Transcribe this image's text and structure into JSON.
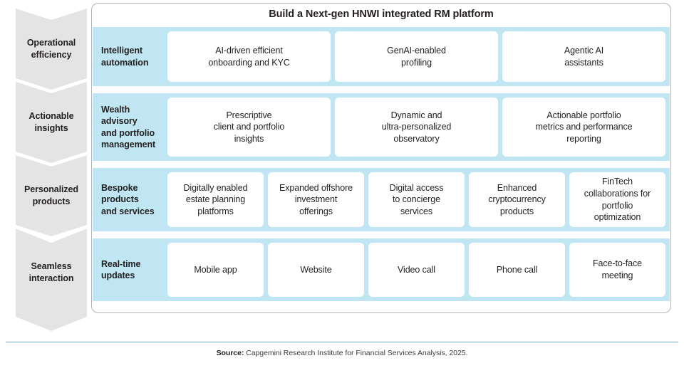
{
  "panel": {
    "title": "Build a Next-gen HNWI integrated RM platform",
    "border_color": "#b4b4b4",
    "band_color": "#bfe6f2",
    "card_color": "#ffffff"
  },
  "chevron_rail": {
    "fill_color": "#e4e4e4",
    "items": [
      {
        "label": "Operational\nefficiency"
      },
      {
        "label": "Actionable\ninsights"
      },
      {
        "label": "Personalized\nproducts"
      },
      {
        "label": "Seamless\ninteraction"
      }
    ]
  },
  "rows": [
    {
      "label": "Intelligent\nautomation",
      "cards": [
        "AI-driven efficient\nonboarding and KYC",
        "GenAI-enabled\nprofiling",
        "Agentic AI\nassistants"
      ]
    },
    {
      "label": "Wealth\nadvisory\nand portfolio\nmanagement",
      "cards": [
        "Prescriptive\nclient and portfolio\ninsights",
        "Dynamic and\nultra-personalized\nobservatory",
        "Actionable portfolio\nmetrics and performance\nreporting"
      ]
    },
    {
      "label": "Bespoke\nproducts\nand services",
      "cards": [
        "Digitally enabled\nestate planning\nplatforms",
        "Expanded offshore\ninvestment\nofferings",
        "Digital access\nto concierge\nservices",
        "Enhanced\ncryptocurrency\nproducts",
        "FinTech\ncollaborations for\nportfolio\noptimization"
      ]
    },
    {
      "label": "Real-time\nupdates",
      "cards": [
        "Mobile app",
        "Website",
        "Video call",
        "Phone call",
        "Face-to-face\nmeeting"
      ]
    }
  ],
  "footer": {
    "source_prefix": "Source:",
    "source_text": " Capgemini Research Institute for Financial Services Analysis, 2025.",
    "divider_color": "#6ca7bd"
  }
}
